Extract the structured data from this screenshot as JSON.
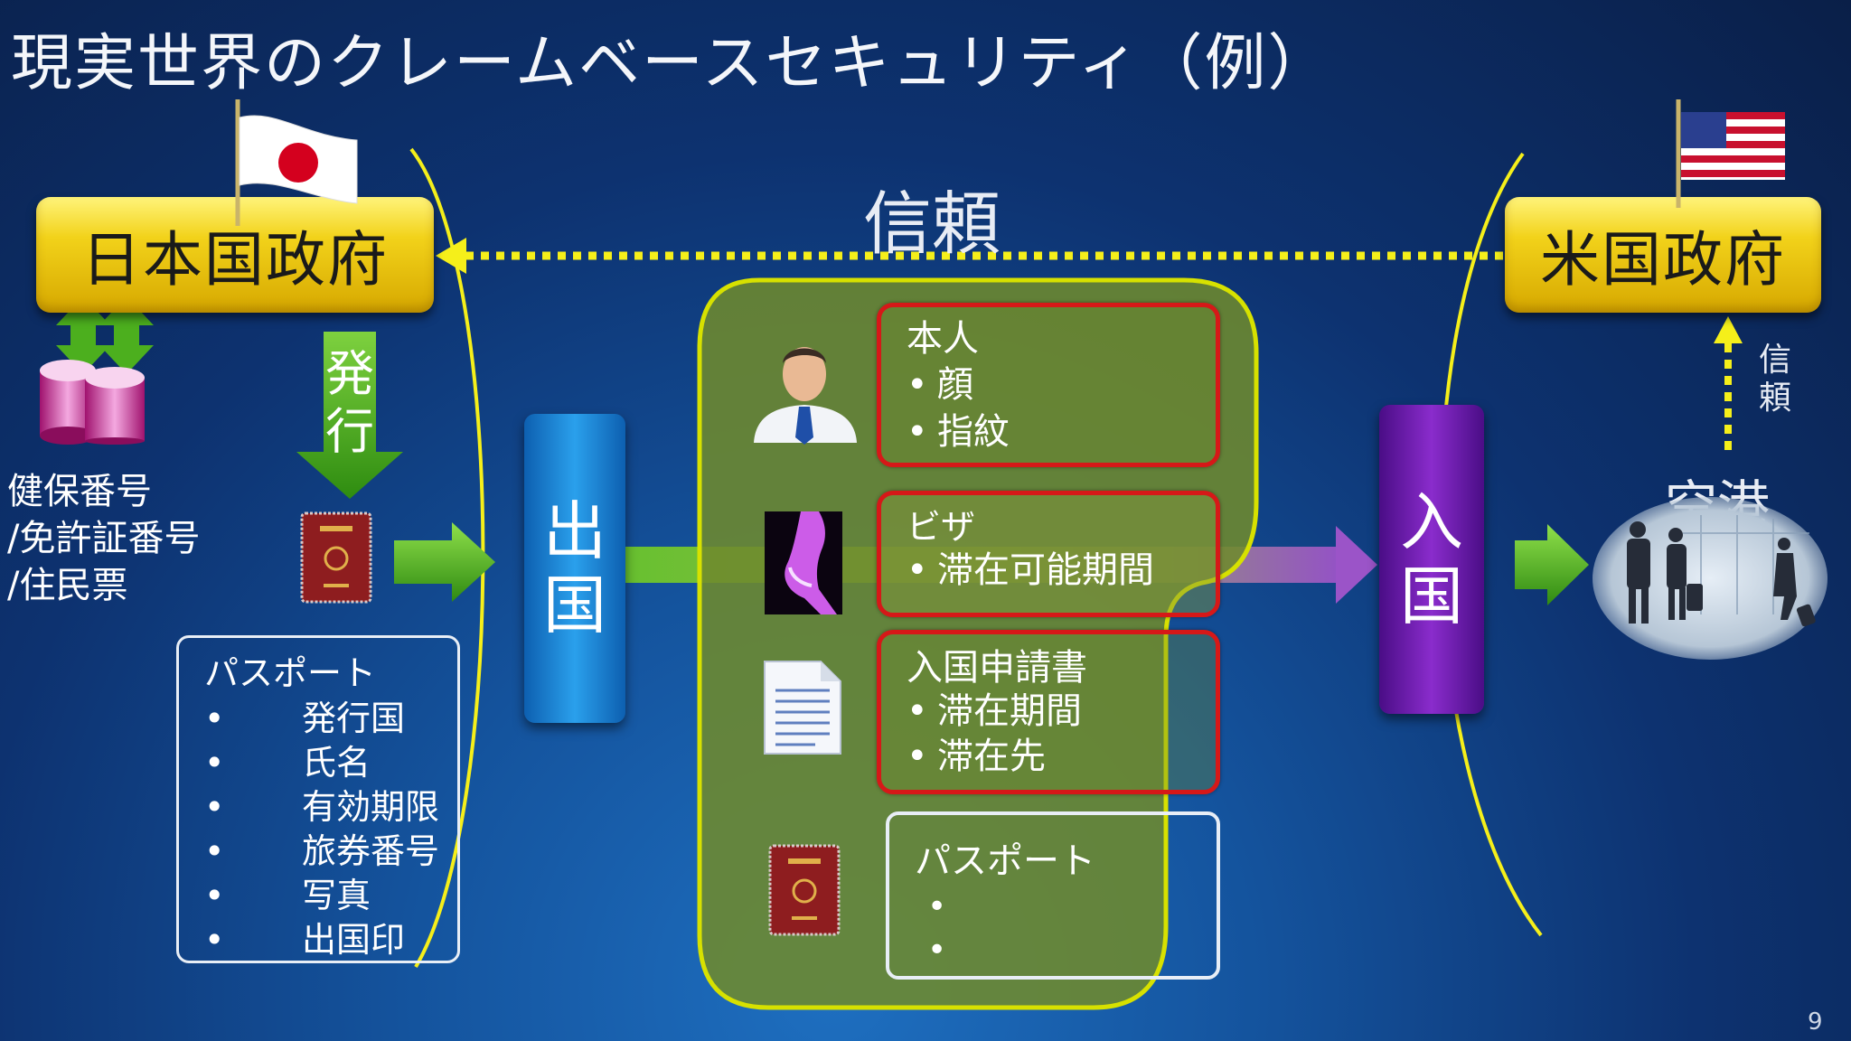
{
  "slide": {
    "title": "現実世界のクレームベースセキュリティ（例）",
    "page_number": "9"
  },
  "trust_top": "信頼",
  "japan_gov": "日本国政府",
  "us_gov": "米国政府",
  "issue": [
    "発",
    "行"
  ],
  "documents": [
    "健保番号",
    "/免許証番号",
    "/住民票"
  ],
  "passport_left": {
    "title": "パスポート",
    "items": [
      "発行国",
      "氏名",
      "有効期限",
      "旅券番号",
      "写真",
      "出国印"
    ]
  },
  "departure": [
    "出",
    "国"
  ],
  "entry": [
    "入",
    "国"
  ],
  "claims": [
    {
      "title": "本人",
      "items": [
        "顔",
        "指紋"
      ]
    },
    {
      "title": "ビザ",
      "items": [
        "滞在可能期間"
      ]
    },
    {
      "title": "入国申請書",
      "items": [
        "滞在期間",
        "滞在先"
      ]
    },
    {
      "title": "パスポート",
      "items": [
        "",
        ""
      ]
    }
  ],
  "airport": "空港",
  "trust_side": [
    "信",
    "頼"
  ],
  "colors": {
    "background": "#0d3270",
    "gov_box": "#f2d21a",
    "departure_box": "#1a86d8",
    "entry_box": "#6e19a8",
    "claims_panel": "#6e8a2e",
    "claim_border": "#d61818",
    "trust_line": "#f5ef1a",
    "arrow_green": "#4caf1e"
  },
  "icons": [
    "japan-flag-icon",
    "us-flag-icon",
    "database-icon",
    "passport-icon",
    "person-icon",
    "xray-icon",
    "document-icon",
    "airport-photo-icon"
  ]
}
